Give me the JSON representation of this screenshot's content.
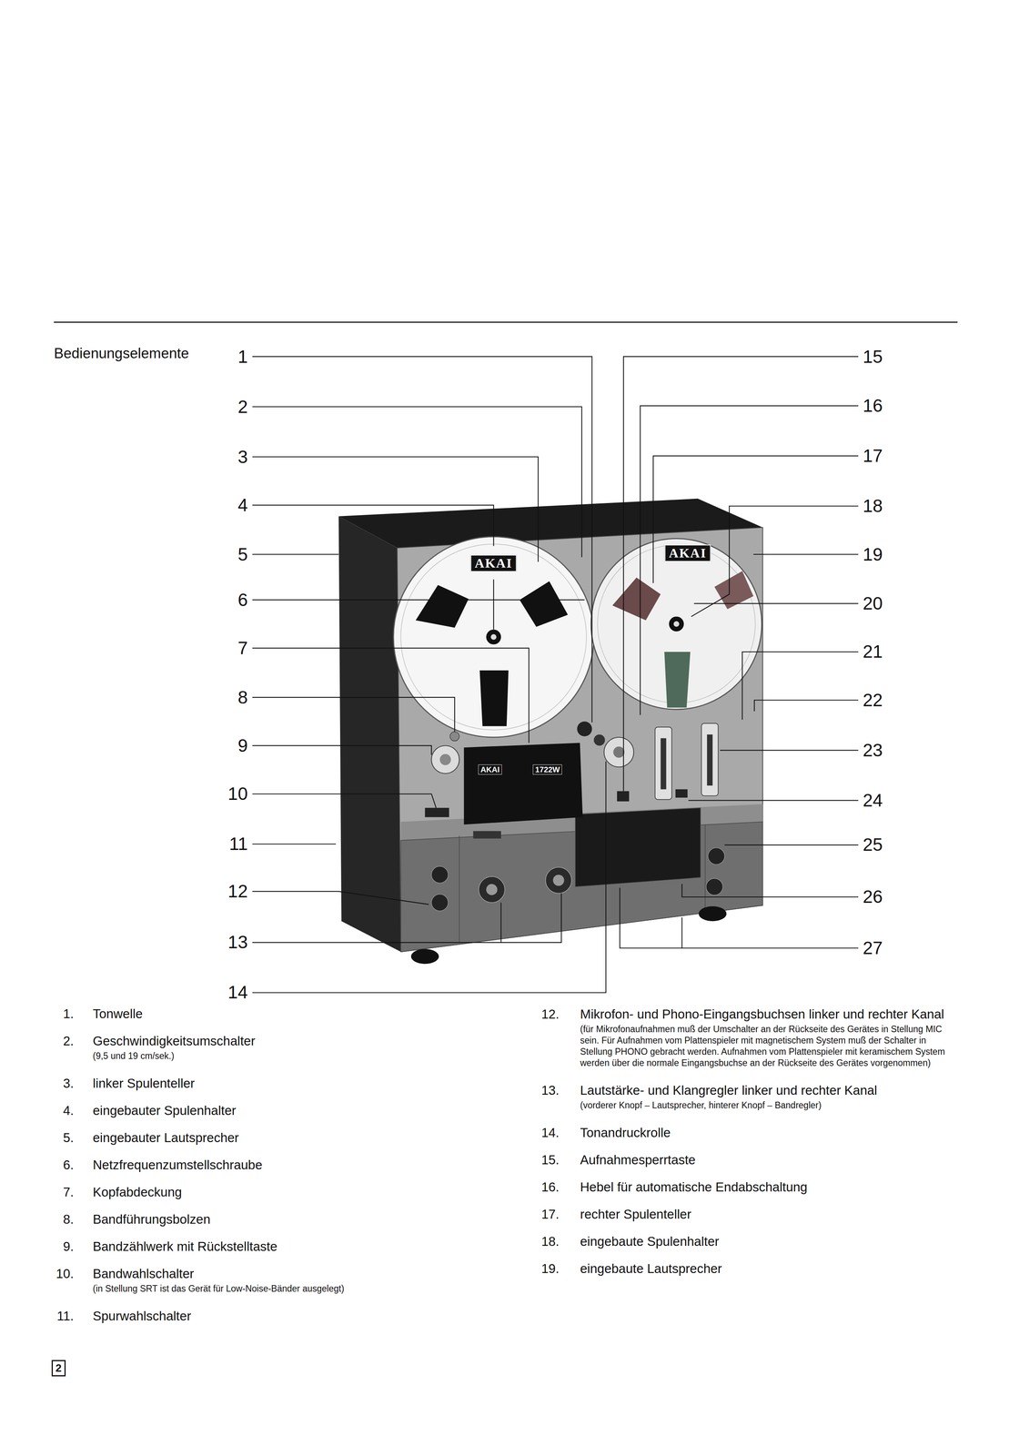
{
  "diagram": {
    "title": "Bedienungselemente",
    "nodes": [
      {
        "text": [
          "2"
        ]
      }
    ],
    "labels": [
      "1",
      "2",
      "3",
      "4",
      "5",
      "6",
      "7",
      "8",
      "9",
      "10",
      "11",
      "12",
      "13",
      "14",
      "15",
      "16",
      "17",
      "18",
      "19",
      "20",
      "21",
      "22",
      "23",
      "24",
      "25",
      "26",
      "27",
      "AKAI",
      "AKAI",
      "AKAI",
      "1722W",
      "1.",
      "Tonwelle",
      "2.",
      "Geschwindigkeitsumschalter",
      "(9,5 und 19 cm/sek.)",
      "3.",
      "linker Spulenteller",
      "4.",
      "eingebauter Spulenhalter",
      "5.",
      "eingebauter Lautsprecher",
      "6.",
      "Netzfrequenzumstellschraube",
      "7.",
      "Kopfabdeckung",
      "8.",
      "Bandführungsbolzen",
      "9.",
      "Bandzählwerk mit Rückstelltaste",
      "10.",
      "Bandwahlschalter",
      "(in Stellung SRT ist das Gerät für Low-Noise-Bänder ausgelegt)",
      "11.",
      "Spurwahlschalter",
      "12.",
      "Mikrofon- und Phono-Eingangsbuchsen linker und rechter Kanal",
      "(für Mikrofonaufnahmen muß der Umschalter an der Rückseite des Gerätes in Stellung MIC sein. Für Aufnahmen vom Plattenspieler mit magnetischem System muß der Schalter in Stellung PHONO gebracht werden. Aufnahmen vom Plattenspieler mit keramischem System werden über die normale Eingangsbuchse an der Rückseite des Gerätes vorgenommen)",
      "13.",
      "Lautstärke- und Klangregler linker und rechter Kanal",
      "(vorderer Knopf – Lautsprecher, hinterer Knopf – Bandregler)",
      "14.",
      "Tonandruckrolle",
      "15.",
      "Aufnahmesperrtaste",
      "16.",
      "Hebel für automatische Endabschaltung",
      "17.",
      "rechter Spulenteller",
      "18.",
      "eingebaute Spulenhalter",
      "19.",
      "eingebaute Lautsprecher"
    ]
  }
}
